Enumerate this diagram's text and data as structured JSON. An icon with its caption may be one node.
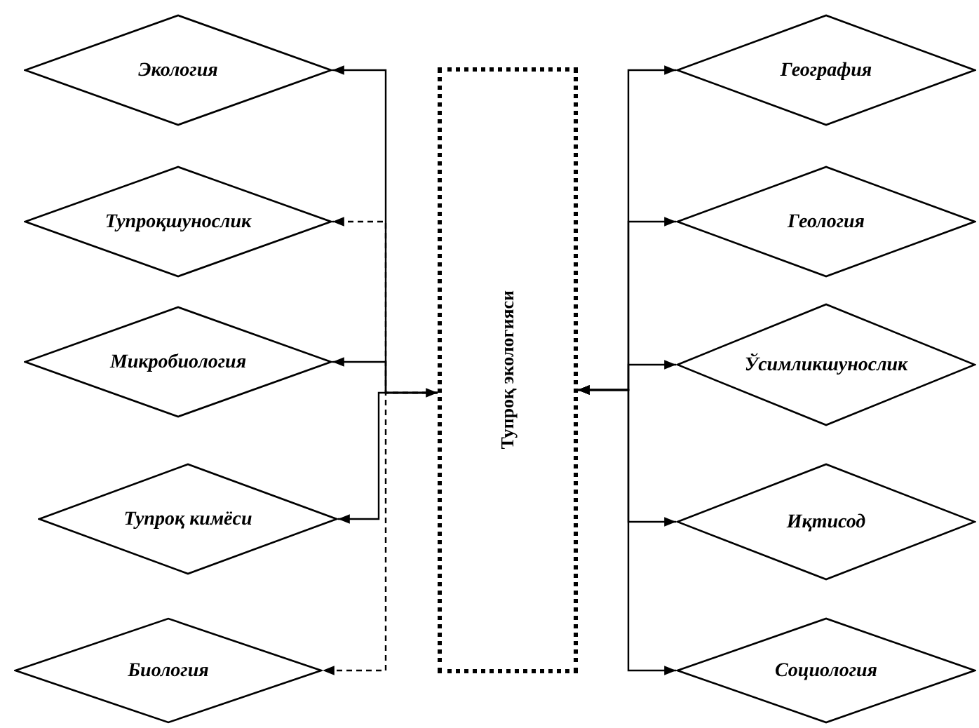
{
  "diagram": {
    "nodes": [
      {
        "text": [
          "Тупроқ экологияси"
        ]
      },
      {
        "text": [
          "Экология"
        ]
      },
      {
        "text": [
          "Тупроқшунослик"
        ]
      },
      {
        "text": [
          "Микробиология"
        ]
      },
      {
        "text": [
          "Тупроқ кимёси"
        ]
      },
      {
        "text": [
          "Биология"
        ]
      },
      {
        "text": [
          "География"
        ]
      },
      {
        "text": [
          "Геология"
        ]
      },
      {
        "text": [
          "Ўсимликшунослик"
        ]
      },
      {
        "text": [
          "Иқтисод"
        ]
      },
      {
        "text": [
          "Социология"
        ]
      }
    ],
    "edges": [
      {
        "from": 0,
        "to": 1,
        "arrow": "to"
      },
      {
        "from": 0,
        "to": 2,
        "arrow": "to",
        "style": "dashed"
      },
      {
        "from": 0,
        "to": 3,
        "arrow": "to"
      },
      {
        "from": 4,
        "to": 0,
        "arrow": "both"
      },
      {
        "from": 0,
        "to": 5,
        "arrow": "to",
        "style": "dashed"
      },
      {
        "from": 0,
        "to": 6,
        "arrow": "both"
      },
      {
        "from": 0,
        "to": 7,
        "arrow": "both"
      },
      {
        "from": 0,
        "to": 8,
        "arrow": "both"
      },
      {
        "from": 0,
        "to": 9,
        "arrow": "both"
      },
      {
        "from": 0,
        "to": 10,
        "arrow": "both"
      }
    ]
  }
}
